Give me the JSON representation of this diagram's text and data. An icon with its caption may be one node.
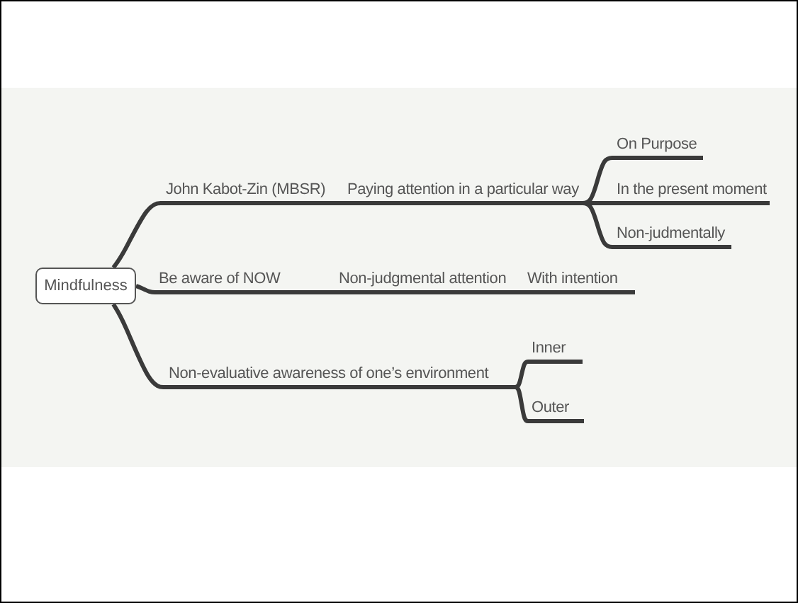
{
  "diagram": {
    "nodes": [
      {
        "text": [
          "Mindfulness"
        ]
      },
      {
        "text": [
          "John Kabot-Zin (MBSR)"
        ]
      },
      {
        "text": [
          "Paying attention in a particular way"
        ]
      },
      {
        "text": [
          "On Purpose"
        ]
      },
      {
        "text": [
          "In the present moment"
        ]
      },
      {
        "text": [
          "Non-judmentally"
        ]
      },
      {
        "text": [
          "Be aware of NOW"
        ]
      },
      {
        "text": [
          "Non-judgmental attention"
        ]
      },
      {
        "text": [
          "With intention"
        ]
      },
      {
        "text": [
          "Non-evaluative awareness of one’s environment"
        ]
      },
      {
        "text": [
          "Inner"
        ]
      },
      {
        "text": [
          "Outer"
        ]
      }
    ],
    "edges": [
      {
        "from": 0,
        "to": 1,
        "arrow": "none"
      },
      {
        "from": 1,
        "to": 2,
        "arrow": "none"
      },
      {
        "from": 2,
        "to": 3,
        "arrow": "none"
      },
      {
        "from": 2,
        "to": 4,
        "arrow": "none"
      },
      {
        "from": 2,
        "to": 5,
        "arrow": "none"
      },
      {
        "from": 0,
        "to": 6,
        "arrow": "none"
      },
      {
        "from": 6,
        "to": 7,
        "arrow": "none"
      },
      {
        "from": 7,
        "to": 8,
        "arrow": "none"
      },
      {
        "from": 0,
        "to": 9,
        "arrow": "none"
      },
      {
        "from": 9,
        "to": 10,
        "arrow": "none"
      },
      {
        "from": 9,
        "to": 11,
        "arrow": "none"
      }
    ]
  }
}
